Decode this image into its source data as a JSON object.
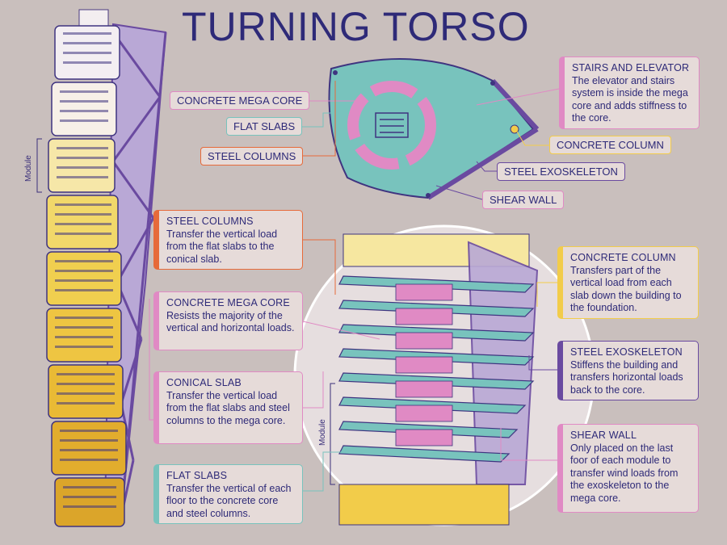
{
  "title": "TURNING TORSO",
  "colors": {
    "background": "#c9bfbd",
    "teal": "#78c3bd",
    "pink": "#e08ac4",
    "purple": "#6a4aa0",
    "yellow": "#f2cc4a",
    "orange": "#e66a3a",
    "ink": "#2e2a78"
  },
  "module_label_left": "Module",
  "module_label_right": "Module",
  "plan_labels": {
    "concrete_mega_core": "CONCRETE MEGA CORE",
    "flat_slabs": "FLAT SLABS",
    "steel_columns": "STEEL COLUMNS",
    "concrete_column": "CONCRETE COLUMN",
    "steel_exoskeleton": "STEEL EXOSKELETON",
    "shear_wall": "SHEAR WALL"
  },
  "stairs": {
    "heading": "STAIRS AND ELEVATOR",
    "text": "The elevator and stairs system is inside the mega core and adds stiffness to the core."
  },
  "cards_left": [
    {
      "heading": "STEEL COLUMNS",
      "text": "Transfer the vertical load from the flat slabs to the conical slab."
    },
    {
      "heading": "CONCRETE MEGA CORE",
      "text": "Resists the majority of the vertical and horizontal loads."
    },
    {
      "heading": "CONICAL SLAB",
      "text": "Transfer the vertical load from the flat slabs and steel columns to the mega core."
    },
    {
      "heading": "FLAT SLABS",
      "text": "Transfer the vertical of each floor to the concrete core and steel columns."
    }
  ],
  "cards_right": [
    {
      "heading": "CONCRETE COLUMN",
      "text": "Transfers part of the vertical load from each slab down the building to the foundation."
    },
    {
      "heading": "STEEL EXOSKELETON",
      "text": "Stiffens the building and transfers horizontal loads back to the core."
    },
    {
      "heading": "SHEAR WALL",
      "text": "Only placed on the last foor of each module to transfer wind loads from the exoskeleton to the mega core."
    }
  ]
}
